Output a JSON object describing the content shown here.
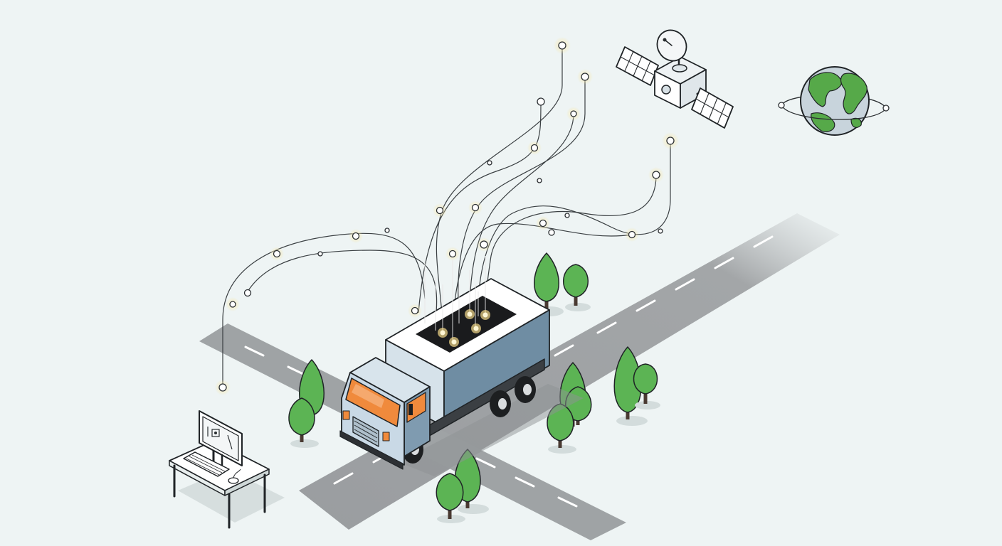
{
  "colors": {
    "background": "#eef4f4",
    "road": "#9c9fa1",
    "road_marking": "#ffffff",
    "truck_body": "#6f8da3",
    "truck_cab": "#c9d9e6",
    "windshield": "#f08a3c",
    "tree": "#5db454",
    "earth_land": "#56a949",
    "earth_ocean": "#c8d4dc",
    "node_glow": "#f7e7a8"
  },
  "icons": [
    "delivery-truck",
    "iot-sensor-array",
    "communication-satellite",
    "earth-globe",
    "desktop-computer-workstation",
    "tree",
    "road-intersection",
    "signal-node"
  ]
}
